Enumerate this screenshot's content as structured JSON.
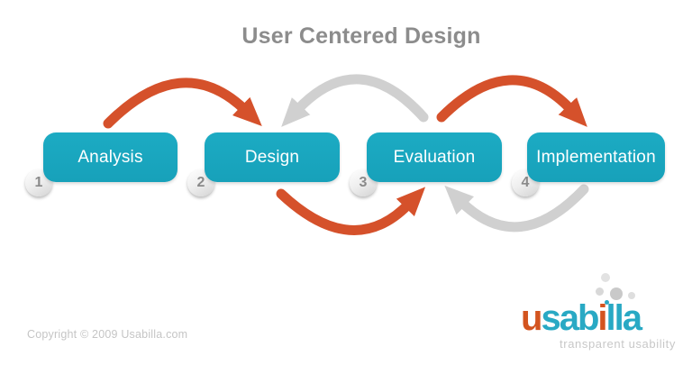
{
  "title": "User Centered Design",
  "diagram": {
    "stages": [
      {
        "number": "1",
        "label": "Analysis"
      },
      {
        "number": "2",
        "label": "Design"
      },
      {
        "number": "3",
        "label": "Evaluation"
      },
      {
        "number": "4",
        "label": "Implementation"
      }
    ],
    "arrows": [
      {
        "name": "analysis-to-design",
        "direction": "forward",
        "position": "top",
        "color": "#d5512b"
      },
      {
        "name": "evaluation-to-design",
        "direction": "backward",
        "position": "top",
        "color": "#d0d0d0"
      },
      {
        "name": "evaluation-to-implementation",
        "direction": "forward",
        "position": "top",
        "color": "#d5512b"
      },
      {
        "name": "design-to-evaluation",
        "direction": "forward",
        "position": "bottom",
        "color": "#d5512b"
      },
      {
        "name": "implementation-to-evaluation",
        "direction": "backward",
        "position": "bottom",
        "color": "#d0d0d0"
      }
    ]
  },
  "footer": {
    "copyright": "Copyright © 2009 Usabilla.com"
  },
  "logo": {
    "brand": "usabilla",
    "letters": [
      {
        "ch": "u",
        "color": "#d3541f"
      },
      {
        "ch": "s",
        "color": "#29a9c4"
      },
      {
        "ch": "a",
        "color": "#29a9c4"
      },
      {
        "ch": "b",
        "color": "#29a9c4"
      },
      {
        "ch": "i",
        "color": "#d3541f"
      },
      {
        "ch": "l",
        "color": "#29a9c4"
      },
      {
        "ch": "l",
        "color": "#29a9c4"
      },
      {
        "ch": "a",
        "color": "#29a9c4"
      }
    ],
    "tagline": "transparent usability"
  },
  "colors": {
    "box_teal": "#18a7bf",
    "arrow_orange": "#d5512b",
    "arrow_gray": "#d0d0d0",
    "title_gray": "#8c8c8c",
    "copyright_gray": "#c5c5c5",
    "badge_number_gray": "#8a8a8a"
  }
}
